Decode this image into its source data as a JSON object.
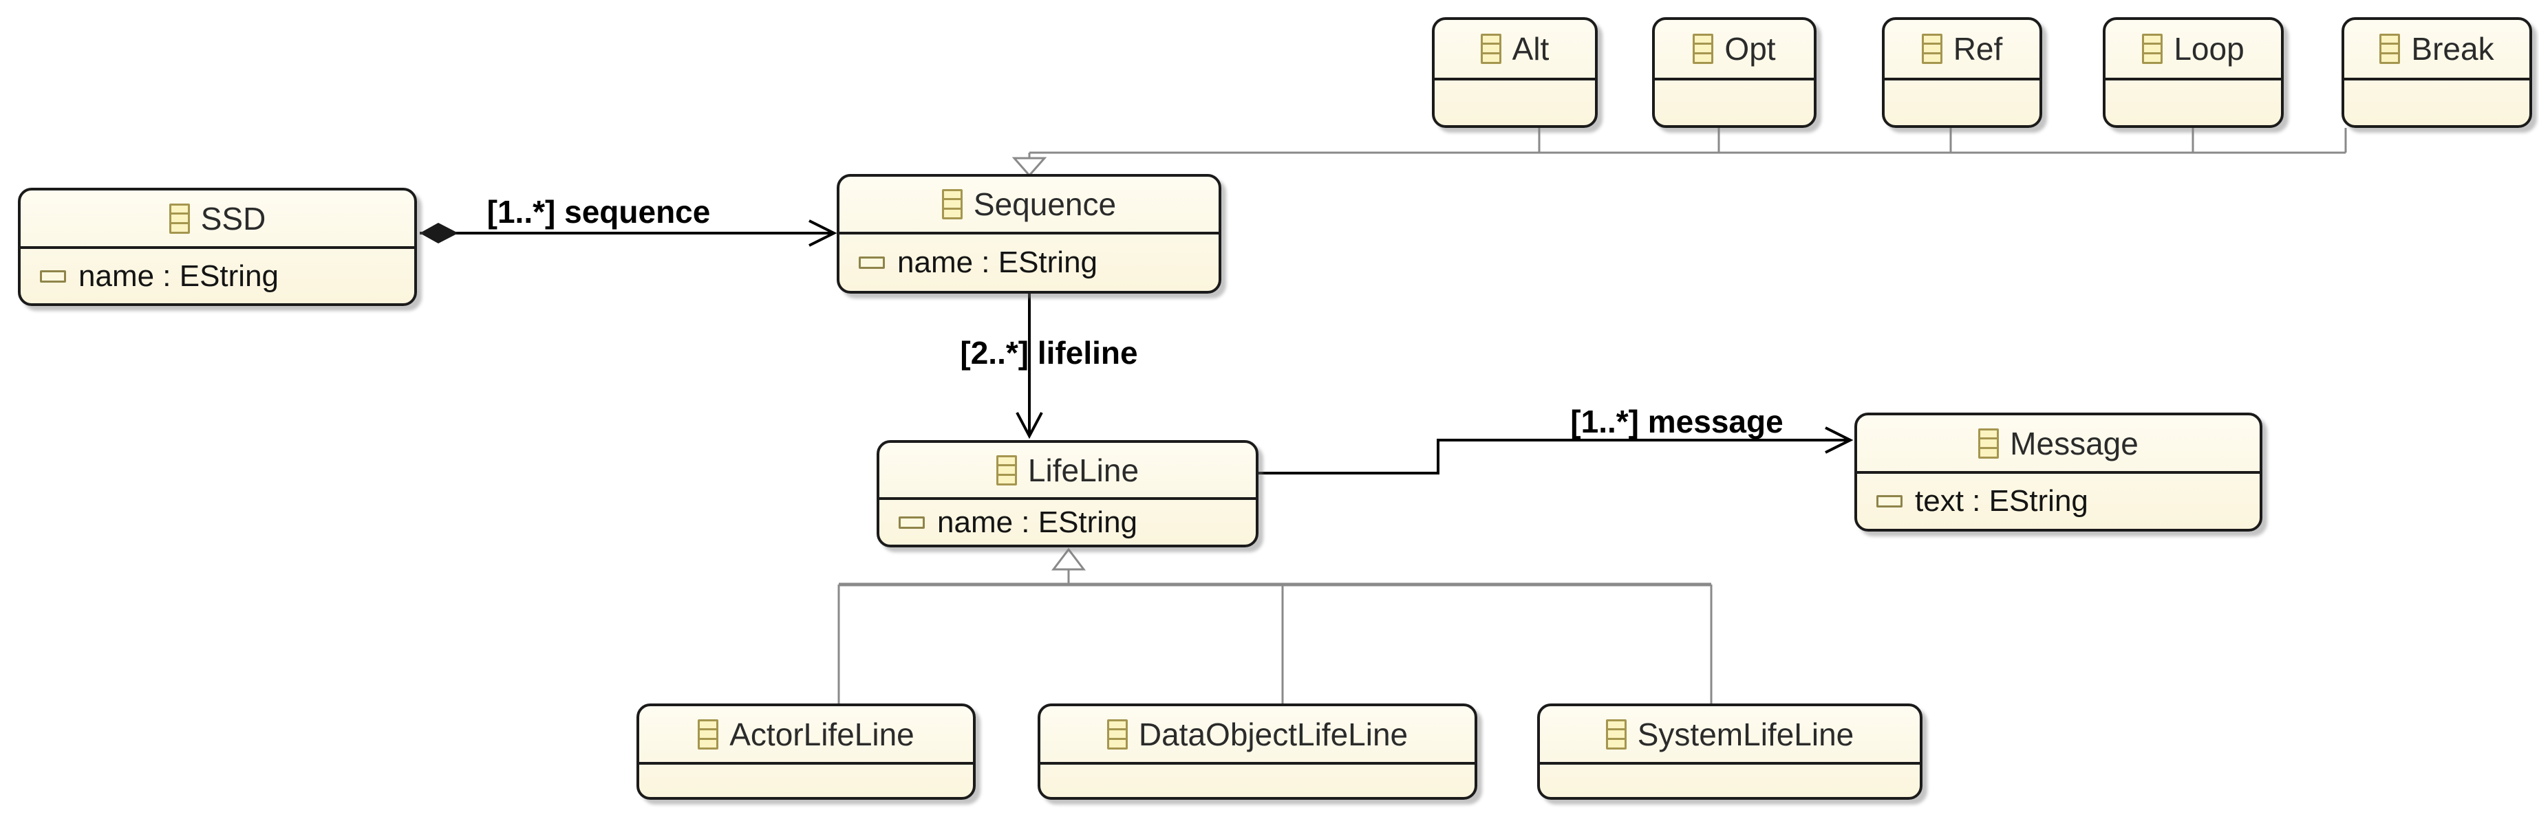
{
  "diagram": {
    "kind": "ecore-class-diagram",
    "background": "#ffffff",
    "colors": {
      "class_fill_top": "#fefcf1",
      "class_fill_bottom": "#fbf5dd",
      "class_border": "#1b1b1b",
      "icon_border": "#a5964f",
      "icon_fill": "#fbf3c0",
      "generalization_line": "#8a8a8a",
      "reference_line": "#000000",
      "edge_label_color": "#000000"
    },
    "icons": {
      "class_icon": "eclass-icon",
      "attribute_icon": "eattribute-icon"
    },
    "classes": {
      "ssd": {
        "name": "SSD",
        "attributes": [
          "name : EString"
        ]
      },
      "sequence": {
        "name": "Sequence",
        "attributes": [
          "name : EString"
        ]
      },
      "lifeline": {
        "name": "LifeLine",
        "attributes": [
          "name : EString"
        ]
      },
      "message": {
        "name": "Message",
        "attributes": [
          "text : EString"
        ]
      },
      "alt": {
        "name": "Alt",
        "attributes": []
      },
      "opt": {
        "name": "Opt",
        "attributes": []
      },
      "ref": {
        "name": "Ref",
        "attributes": []
      },
      "loop": {
        "name": "Loop",
        "attributes": []
      },
      "break": {
        "name": "Break",
        "attributes": []
      },
      "actorlifeline": {
        "name": "ActorLifeLine",
        "attributes": []
      },
      "dataobjectlifeline": {
        "name": "DataObjectLifeLine",
        "attributes": []
      },
      "systemlifeline": {
        "name": "SystemLifeLine",
        "attributes": []
      }
    },
    "references": {
      "ssd_sequence": {
        "label": "[1..*] sequence",
        "from": "SSD",
        "to": "Sequence",
        "kind": "containment",
        "source_decoration": "filled-diamond",
        "target_decoration": "open-arrow"
      },
      "sequence_lifeline": {
        "label": "[2..*] lifeline",
        "from": "Sequence",
        "to": "LifeLine",
        "kind": "reference",
        "target_decoration": "open-arrow"
      },
      "lifeline_message": {
        "label": "[1..*] message",
        "from": "LifeLine",
        "to": "Message",
        "kind": "reference",
        "target_decoration": "open-arrow"
      }
    },
    "generalizations": [
      {
        "parent": "Sequence",
        "children": [
          "Alt",
          "Opt",
          "Ref",
          "Loop",
          "Break"
        ]
      },
      {
        "parent": "LifeLine",
        "children": [
          "ActorLifeLine",
          "DataObjectLifeLine",
          "SystemLifeLine"
        ]
      }
    ]
  }
}
